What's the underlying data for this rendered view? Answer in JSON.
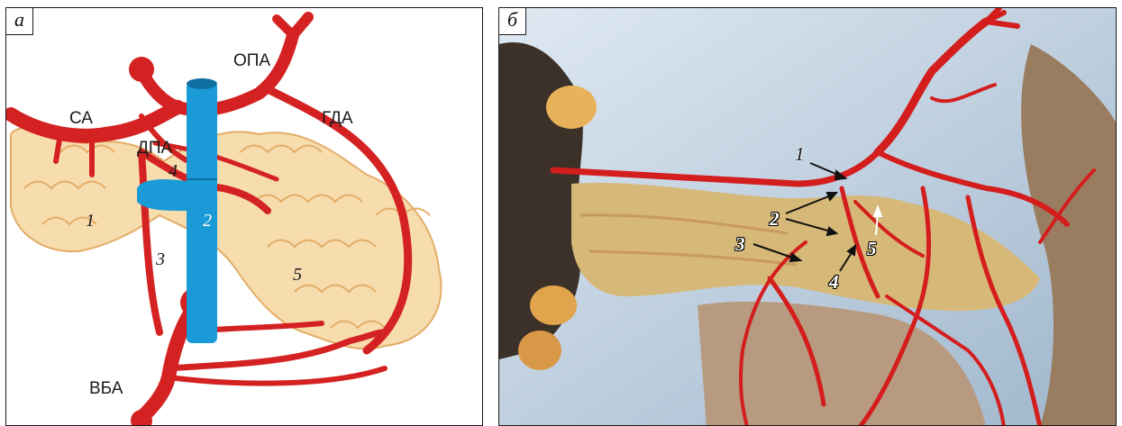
{
  "panel_a": {
    "tag": "а",
    "labels": {
      "sa": "СА",
      "opa": "ОПА",
      "gda": "ГДА",
      "dpa": "ДПА",
      "vba": "ВБА"
    },
    "numbers": {
      "n1": "1",
      "n2": "2",
      "n3": "3",
      "n4": "4",
      "n5": "5"
    },
    "colors": {
      "artery": "#d42222",
      "vein": "#1a9ad6",
      "pancreas": "#f7d9a6",
      "pancreas_edge": "#e8b46e"
    }
  },
  "panel_b": {
    "tag": "б",
    "numbers": {
      "n1": "1",
      "n2": "2",
      "n3": "3",
      "n4": "4",
      "n5": "5"
    }
  }
}
